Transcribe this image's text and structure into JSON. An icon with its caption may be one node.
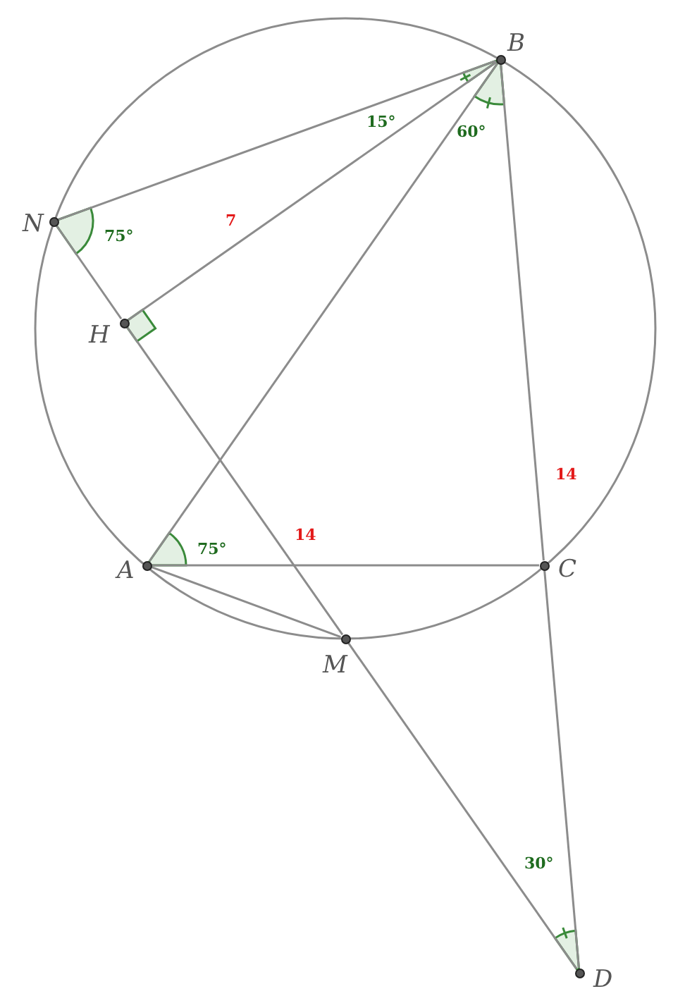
{
  "diagram": {
    "nodes": [
      {
        "text": [
          "B"
        ]
      },
      {
        "text": [
          "N"
        ]
      },
      {
        "text": [
          "H"
        ]
      },
      {
        "text": [
          "A"
        ]
      },
      {
        "text": [
          "C"
        ]
      },
      {
        "text": [
          "M"
        ]
      },
      {
        "text": [
          "D"
        ]
      }
    ],
    "edges": [
      {
        "from": 1,
        "to": 0,
        "arrow": "none"
      },
      {
        "from": 0,
        "to": 2,
        "arrow": "none",
        "label": "7"
      },
      {
        "from": 0,
        "to": 3,
        "arrow": "none"
      },
      {
        "from": 0,
        "to": 4,
        "arrow": "none",
        "label": "14"
      },
      {
        "from": 1,
        "to": 2,
        "arrow": "none"
      },
      {
        "from": 2,
        "to": 5,
        "arrow": "none"
      },
      {
        "from": 5,
        "to": 6,
        "arrow": "none"
      },
      {
        "from": 3,
        "to": 4,
        "arrow": "none",
        "label": "14"
      },
      {
        "from": 3,
        "to": 5,
        "arrow": "none"
      },
      {
        "from": 4,
        "to": 6,
        "arrow": "none"
      }
    ],
    "labels": [
      "15°",
      "60°",
      "75°",
      "75°",
      "30°"
    ]
  }
}
